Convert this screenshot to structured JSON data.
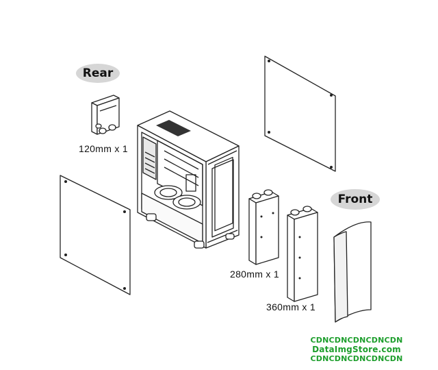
{
  "labels": {
    "rear": "Rear",
    "front": "Front",
    "fan_120": "120mm x 1",
    "rad_280": "280mm x 1",
    "rad_360": "360mm x 1"
  },
  "watermark": {
    "line1": "CDNCDNCDNCDNCDN",
    "line2": "DataImgStore.com",
    "line3": "CDNCDNCDNCDNCDN",
    "color": "#1d9e2c"
  }
}
